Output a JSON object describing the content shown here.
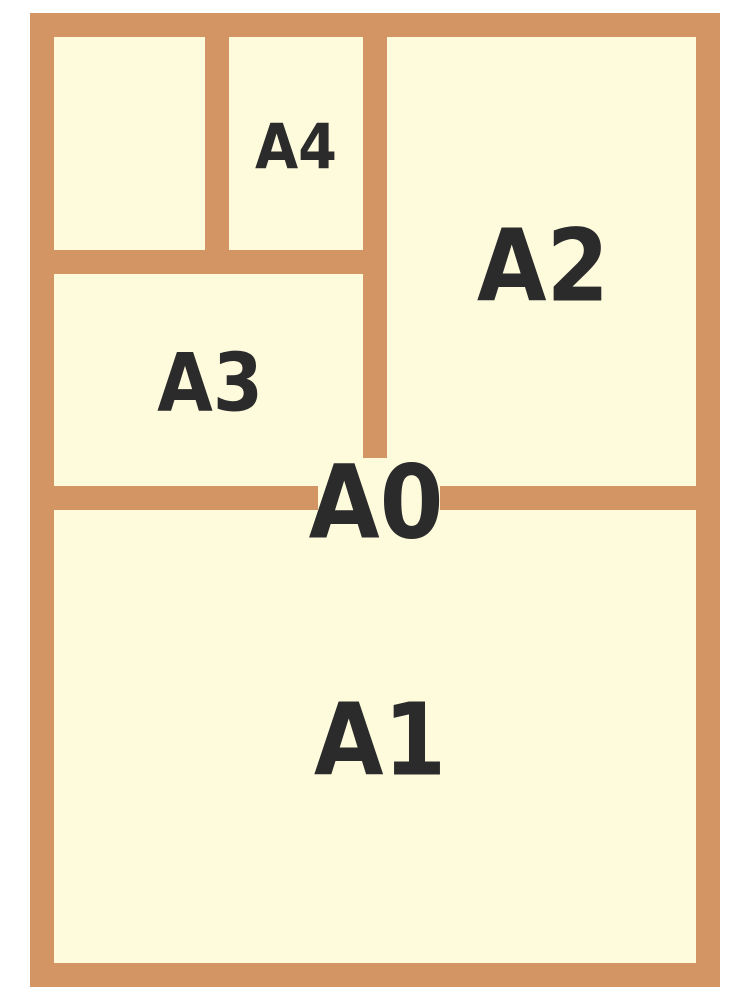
{
  "colors": {
    "border": "#d39563",
    "paper": "#fefbdd",
    "text": "#2b2b2b"
  },
  "labels": {
    "a0": "A0",
    "a1": "A1",
    "a2": "A2",
    "a3": "A3",
    "a4": "A4"
  }
}
